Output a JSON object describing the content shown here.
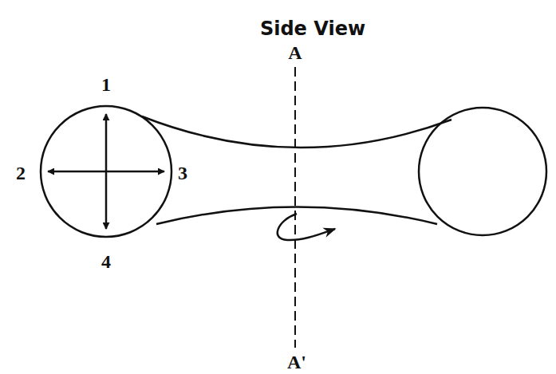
{
  "diagram": {
    "title": "Side View",
    "labels": [
      "1",
      "2",
      "3",
      "4",
      "A",
      "A'"
    ]
  }
}
